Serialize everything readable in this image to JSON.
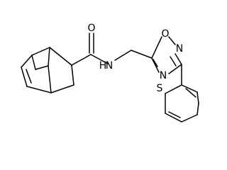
{
  "atoms": {
    "carbonyl_oxygen": "O",
    "amide_nitrogen": "N",
    "amide_hydrogen": "H",
    "ring_oxygen": "O",
    "ring_nitrogen_upper": "N",
    "ring_nitrogen_lower": "N",
    "thiophene_sulfur": "S"
  }
}
